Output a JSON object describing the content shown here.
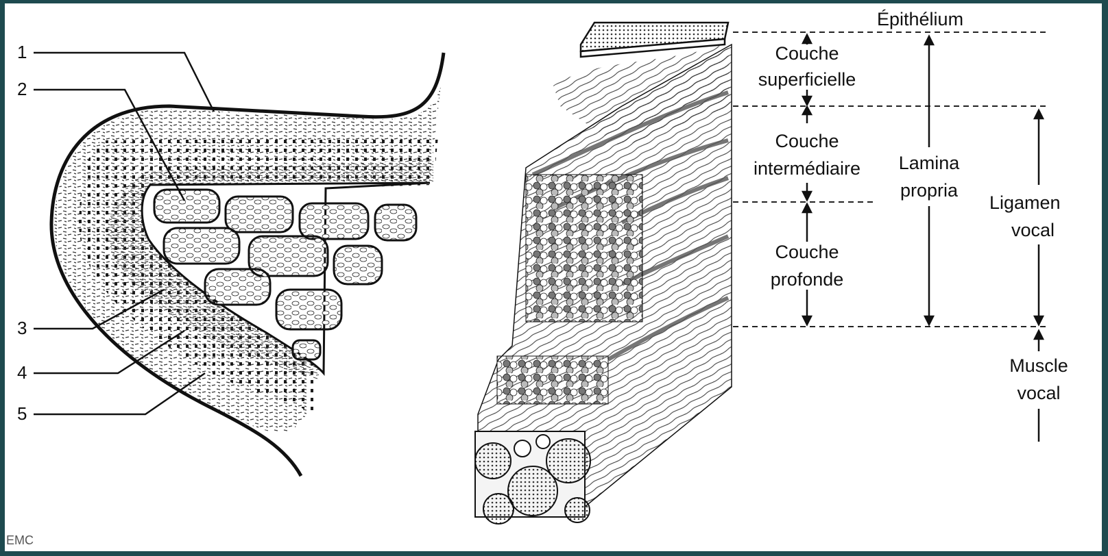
{
  "left_diagram": {
    "numbers": [
      "1",
      "2",
      "3",
      "4",
      "5"
    ]
  },
  "right_diagram": {
    "layers": {
      "epithelium": "Épithélium",
      "superficial": [
        "Couche",
        "superficielle"
      ],
      "intermediate": [
        "Couche",
        "intermédiaire"
      ],
      "deep": [
        "Couche",
        "profonde"
      ]
    },
    "groups": {
      "lamina_propria": [
        "Lamina",
        "propria"
      ],
      "vocal_ligament": [
        "Ligamen",
        "vocal"
      ],
      "vocal_muscle": [
        "Muscle",
        "vocal"
      ]
    }
  },
  "credit": "EMC",
  "colors": {
    "frame": "#1e4a4f",
    "background": "#ffffff",
    "ink": "#111111",
    "shade": "#7a7a7a"
  }
}
